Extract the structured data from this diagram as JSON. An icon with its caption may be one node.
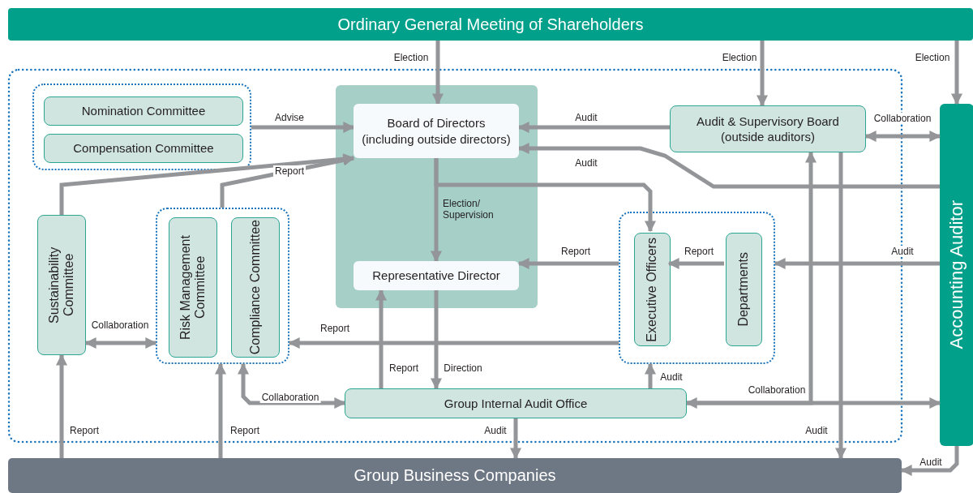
{
  "diagram": {
    "nodes": [
      {
        "text": [
          "Ordinary General Meeting of Shareholders"
        ]
      },
      {
        "text": [],
        "shape": "box"
      },
      {
        "text": [
          "Nomination Committee"
        ],
        "in": 1
      },
      {
        "text": [
          "Compensation Committee"
        ],
        "in": 1
      },
      {
        "text": [],
        "shape": "box"
      },
      {
        "text": [
          "Board of Directors",
          "(including outside directors)"
        ],
        "in": 4
      },
      {
        "text": [
          "Representative Director"
        ],
        "in": 4
      },
      {
        "text": [
          "Audit & Supervisory Board",
          "(outside auditors)"
        ]
      },
      {
        "text": [
          "Accounting Auditor"
        ]
      },
      {
        "text": [
          "Sustainability Committee"
        ]
      },
      {
        "text": [],
        "shape": "box"
      },
      {
        "text": [
          "Risk Management Committee"
        ],
        "in": 10
      },
      {
        "text": [
          "Compliance Committee"
        ],
        "in": 10
      },
      {
        "text": [],
        "shape": "box"
      },
      {
        "text": [
          "Executive Officers"
        ],
        "in": 13
      },
      {
        "text": [
          "Departments"
        ],
        "in": 13
      },
      {
        "text": [
          "Group Internal Audit Office"
        ]
      },
      {
        "text": [
          "Group Business Companies"
        ]
      }
    ],
    "edges": [
      {
        "from": 0,
        "to": 5,
        "arrow": "to",
        "label": "Election"
      },
      {
        "from": 0,
        "to": 7,
        "arrow": "to",
        "label": "Election"
      },
      {
        "from": 0,
        "to": 8,
        "arrow": "to",
        "label": "Election"
      },
      {
        "from": 1,
        "to": 5,
        "arrow": "to",
        "label": "Advise"
      },
      {
        "from": 9,
        "to": 5,
        "arrow": "to",
        "label": "Report"
      },
      {
        "from": 10,
        "to": 5,
        "arrow": "to"
      },
      {
        "from": 7,
        "to": 5,
        "arrow": "to",
        "label": "Audit"
      },
      {
        "from": 8,
        "to": 5,
        "arrow": "to",
        "label": "Audit"
      },
      {
        "from": 7,
        "to": 8,
        "arrow": "both",
        "label": "Collaboration"
      },
      {
        "from": 5,
        "to": 6,
        "arrow": "to",
        "label": "Election/ Supervision"
      },
      {
        "from": 5,
        "to": 14,
        "arrow": "to"
      },
      {
        "from": 13,
        "to": 6,
        "arrow": "to",
        "label": "Report"
      },
      {
        "from": 15,
        "to": 14,
        "arrow": "to",
        "label": "Report"
      },
      {
        "from": 8,
        "to": 13,
        "arrow": "to",
        "label": "Audit"
      },
      {
        "from": 9,
        "to": 10,
        "arrow": "both",
        "label": "Collaboration"
      },
      {
        "from": 13,
        "to": 10,
        "arrow": "to",
        "label": "Report"
      },
      {
        "from": 16,
        "to": 6,
        "arrow": "to",
        "label": "Report"
      },
      {
        "from": 6,
        "to": 16,
        "arrow": "to",
        "label": "Direction"
      },
      {
        "from": 16,
        "to": 13,
        "arrow": "to",
        "label": "Audit"
      },
      {
        "from": 10,
        "to": 16,
        "arrow": "both",
        "label": "Collaboration"
      },
      {
        "from": 16,
        "to": 8,
        "arrow": "both",
        "label": "Collaboration"
      },
      {
        "from": 16,
        "to": 7,
        "arrow": "to"
      },
      {
        "from": 7,
        "to": 17,
        "arrow": "to",
        "label": "Audit"
      },
      {
        "from": 16,
        "to": 17,
        "arrow": "to",
        "label": "Audit"
      },
      {
        "from": 17,
        "to": 9,
        "arrow": "to",
        "label": "Report"
      },
      {
        "from": 17,
        "to": 10,
        "arrow": "to",
        "label": "Report"
      },
      {
        "from": 8,
        "to": 17,
        "arrow": "to",
        "label": "Audit"
      }
    ]
  }
}
